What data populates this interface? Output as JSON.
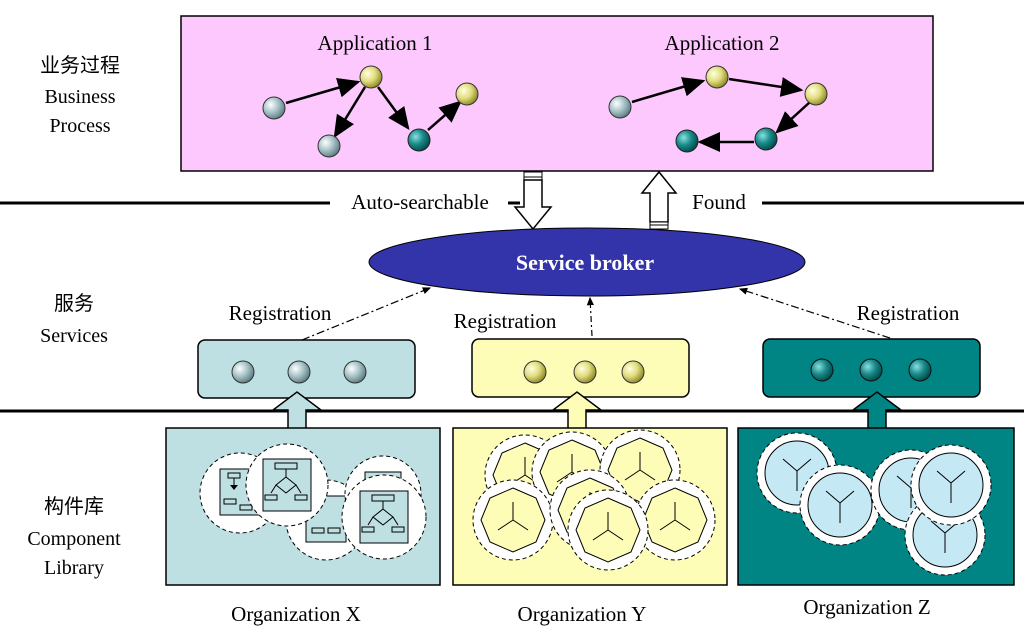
{
  "layers": {
    "business": {
      "label_zh": "业务过程",
      "label_en_1": "Business",
      "label_en_2": "Process"
    },
    "services": {
      "label_zh": "服务",
      "label_en": "Services"
    },
    "library": {
      "label_zh": "构件库",
      "label_en_1": "Component",
      "label_en_2": "Library"
    }
  },
  "applications": [
    {
      "title": "Application 1"
    },
    {
      "title": "Application 2"
    }
  ],
  "flow": {
    "search_label": "Auto-searchable",
    "found_label": "Found"
  },
  "broker": {
    "label": "Service broker"
  },
  "registrations": [
    "Registration",
    "Registration",
    "Registration"
  ],
  "organizations": [
    "Organization X",
    "Organization Y",
    "Organization Z"
  ],
  "colors": {
    "process_bg": "#fdc8fd",
    "broker": "#3333aa",
    "org_x": "#bfe0e2",
    "org_y": "#fdfdb8",
    "org_z": "#008484"
  }
}
